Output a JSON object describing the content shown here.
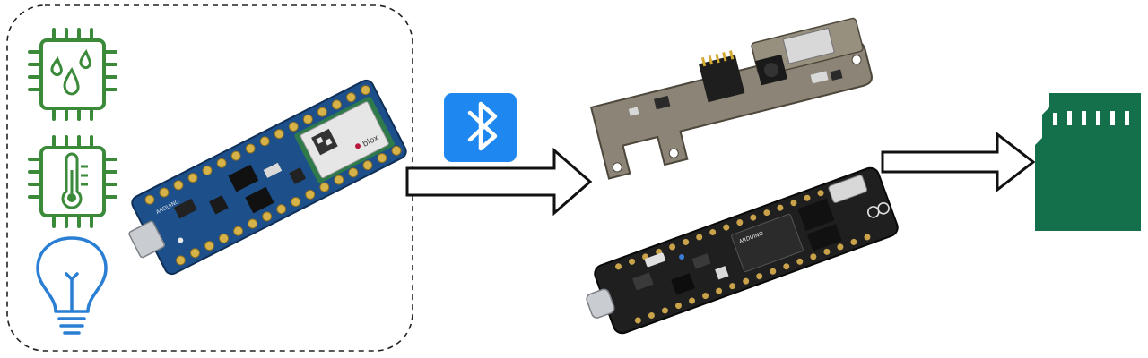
{
  "colors": {
    "sensor_icon_green": "#3a8a3a",
    "bulb_icon_blue": "#2a7fd4",
    "bluetooth_badge_blue": "#1e88f0",
    "sd_card_green": "#14704a",
    "nano_board_blue": "#1d4f8a",
    "arrow_stroke": "#111111"
  },
  "nodes": {
    "sensor_group": {
      "icons": [
        "humidity-sensor-chip-icon",
        "temperature-sensor-chip-icon",
        "light-bulb-icon"
      ]
    },
    "nano_board": {
      "icon": "arduino-nano-board",
      "brand_text": "ARDUINO",
      "module_text": "blox"
    },
    "bluetooth": {
      "icon": "bluetooth-icon"
    },
    "carrier_board": {
      "icon": "camera-carrier-board"
    },
    "portenta_board": {
      "icon": "arduino-portenta-board",
      "brand_text": "ARDUINO"
    },
    "sd_card": {
      "icon": "sd-card-icon"
    }
  },
  "edges": [
    {
      "from": "nano_board",
      "to": "receiver_boards",
      "icon": "hollow-arrow-right"
    },
    {
      "from": "receiver_boards",
      "to": "sd_card",
      "icon": "hollow-arrow-right"
    }
  ]
}
